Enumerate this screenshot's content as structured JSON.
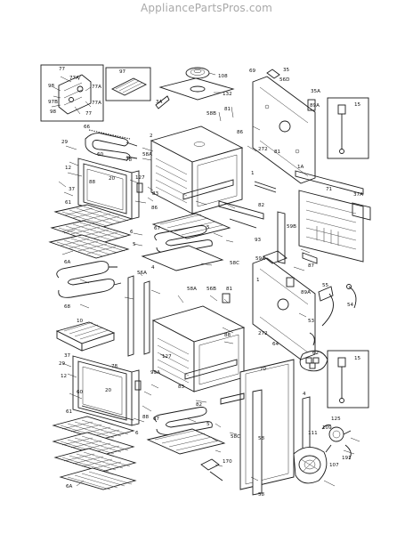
{
  "site_header": "AppliancePartsPros.com",
  "callouts": [
    {
      "id": "c77-1",
      "text": "77"
    },
    {
      "id": "c77a-1",
      "text": "77A"
    },
    {
      "id": "c98-1",
      "text": "98"
    },
    {
      "id": "c77a-2",
      "text": "77A"
    },
    {
      "id": "c97b",
      "text": "97B"
    },
    {
      "id": "c98-2",
      "text": "98"
    },
    {
      "id": "c77-2",
      "text": "77"
    },
    {
      "id": "c77a-3",
      "text": "77A"
    },
    {
      "id": "c97",
      "text": "97"
    },
    {
      "id": "c108",
      "text": "108"
    },
    {
      "id": "c69",
      "text": "69"
    },
    {
      "id": "c35",
      "text": "35"
    },
    {
      "id": "c56d",
      "text": "56D"
    },
    {
      "id": "c35a",
      "text": "35A"
    },
    {
      "id": "c132",
      "text": "132"
    },
    {
      "id": "c3a",
      "text": "3A"
    },
    {
      "id": "c58b-1",
      "text": "58B"
    },
    {
      "id": "c81-1",
      "text": "81"
    },
    {
      "id": "c89a-1",
      "text": "89A"
    },
    {
      "id": "c15-1",
      "text": "15"
    },
    {
      "id": "c66",
      "text": "66"
    },
    {
      "id": "c2",
      "text": "2"
    },
    {
      "id": "c86",
      "text": "86"
    },
    {
      "id": "c29-1",
      "text": "29"
    },
    {
      "id": "c12-1",
      "text": "12"
    },
    {
      "id": "c60",
      "text": "60"
    },
    {
      "id": "c78-1",
      "text": "78"
    },
    {
      "id": "c58a-1",
      "text": "58A"
    },
    {
      "id": "c272-1",
      "text": "272"
    },
    {
      "id": "c81-2",
      "text": "81"
    },
    {
      "id": "c1a",
      "text": "1A"
    },
    {
      "id": "c1-1",
      "text": "1"
    },
    {
      "id": "c37a",
      "text": "37A"
    },
    {
      "id": "c20-1",
      "text": "20"
    },
    {
      "id": "c88-1",
      "text": "88"
    },
    {
      "id": "c37-1",
      "text": "37"
    },
    {
      "id": "c127-1",
      "text": "127"
    },
    {
      "id": "c83-1",
      "text": "83"
    },
    {
      "id": "c71",
      "text": "71"
    },
    {
      "id": "c61-1",
      "text": "61"
    },
    {
      "id": "c86b",
      "text": "86"
    },
    {
      "id": "c82-1",
      "text": "82"
    },
    {
      "id": "c6-1",
      "text": "6"
    },
    {
      "id": "c5-1",
      "text": "5"
    },
    {
      "id": "c67-1",
      "text": "67"
    },
    {
      "id": "c5-2",
      "text": "5"
    },
    {
      "id": "c59b",
      "text": "59B"
    },
    {
      "id": "c93",
      "text": "93"
    },
    {
      "id": "c6a-1",
      "text": "6A"
    },
    {
      "id": "c4-1",
      "text": "4"
    },
    {
      "id": "c59a",
      "text": "59A"
    },
    {
      "id": "c58c-1",
      "text": "58C"
    },
    {
      "id": "c87",
      "text": "87"
    },
    {
      "id": "c56a",
      "text": "56A"
    },
    {
      "id": "c1-2",
      "text": "1"
    },
    {
      "id": "c58a-2",
      "text": "58A"
    },
    {
      "id": "c56b",
      "text": "56B"
    },
    {
      "id": "c81-3",
      "text": "81"
    },
    {
      "id": "c89a-2",
      "text": "89A"
    },
    {
      "id": "c55",
      "text": "55"
    },
    {
      "id": "c54",
      "text": "54"
    },
    {
      "id": "c68",
      "text": "68"
    },
    {
      "id": "c53",
      "text": "53"
    },
    {
      "id": "c10",
      "text": "10"
    },
    {
      "id": "c88-2",
      "text": "88"
    },
    {
      "id": "c272-2",
      "text": "272"
    },
    {
      "id": "c64",
      "text": "64"
    },
    {
      "id": "c127-2",
      "text": "127"
    },
    {
      "id": "c62",
      "text": "62"
    },
    {
      "id": "c15-2",
      "text": "15"
    },
    {
      "id": "c29-2",
      "text": "29"
    },
    {
      "id": "c37-2",
      "text": "37"
    },
    {
      "id": "c78-2",
      "text": "78"
    },
    {
      "id": "c12-2",
      "text": "12"
    },
    {
      "id": "c99a",
      "text": "99A"
    },
    {
      "id": "c70",
      "text": "70"
    },
    {
      "id": "c83-2",
      "text": "83"
    },
    {
      "id": "c20-2",
      "text": "20"
    },
    {
      "id": "c60b",
      "text": "60"
    },
    {
      "id": "c4-2",
      "text": "4"
    },
    {
      "id": "c82-2",
      "text": "82"
    },
    {
      "id": "c88-3",
      "text": "88"
    },
    {
      "id": "c67-2",
      "text": "67"
    },
    {
      "id": "c5-3",
      "text": "5"
    },
    {
      "id": "c58c-2",
      "text": "58C"
    },
    {
      "id": "c6-2",
      "text": "6"
    },
    {
      "id": "c61-2",
      "text": "61"
    },
    {
      "id": "c58-1",
      "text": "58"
    },
    {
      "id": "c125",
      "text": "125"
    },
    {
      "id": "c109",
      "text": "109"
    },
    {
      "id": "c111",
      "text": "111"
    },
    {
      "id": "c191",
      "text": "191"
    },
    {
      "id": "c107",
      "text": "107"
    },
    {
      "id": "c170",
      "text": "170"
    },
    {
      "id": "c6a-2",
      "text": "6A"
    },
    {
      "id": "c58-2",
      "text": "58"
    }
  ]
}
